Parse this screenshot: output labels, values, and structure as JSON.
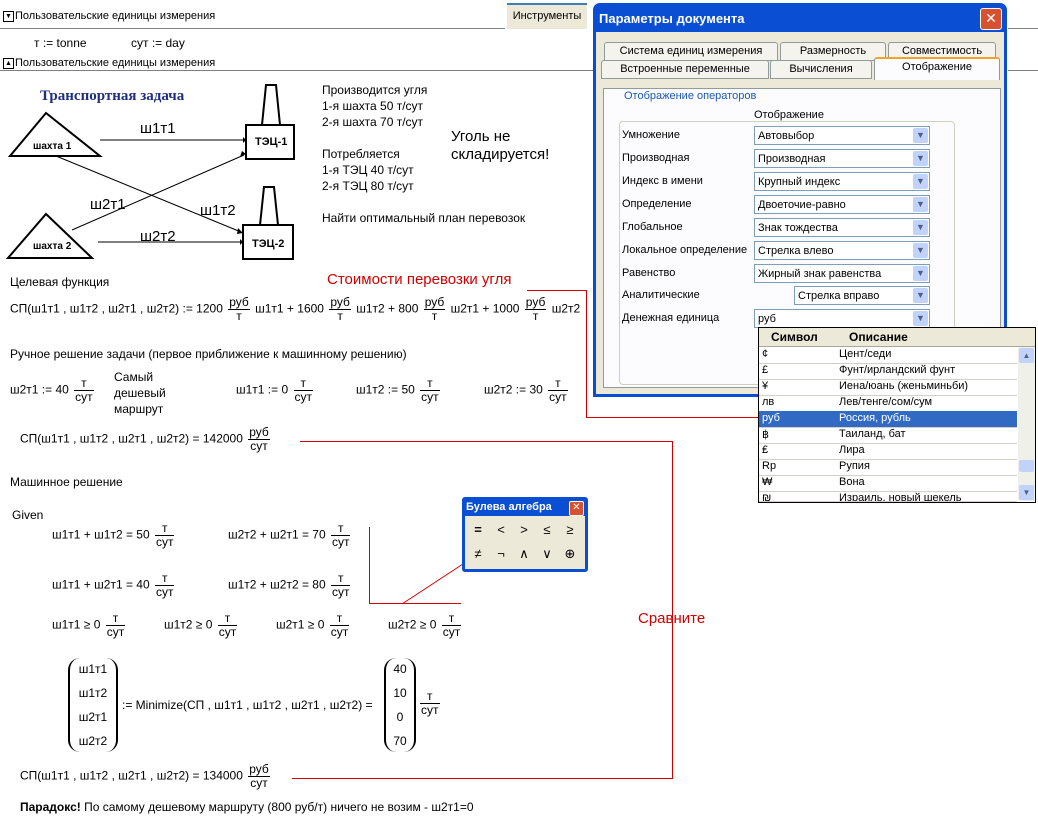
{
  "regions": {
    "top_label": "Пользовательские единицы измерения",
    "bottom_label": "Пользовательские единицы измерения"
  },
  "units_defs": {
    "tonne": "т := tonne",
    "day": "сут := day"
  },
  "toolbar": {
    "instruments": "Инструменты"
  },
  "diagram": {
    "title": "Транспортная задача",
    "mine1": "шахта 1",
    "mine2": "шахта 2",
    "plant1": "ТЭЦ-1",
    "plant2": "ТЭЦ-2",
    "edge11": "ш1т1",
    "edge21": "ш2т1",
    "edge12": "ш1т2",
    "edge22": "ш2т2"
  },
  "problem": {
    "l1": "Производится угля",
    "l2": "1-я шахта 50 т/сут",
    "l3": "2-я шахта 70 т/сут",
    "l4": "Потребляется",
    "l5": "1-я ТЭЦ 40 т/сут",
    "l6": "2-я ТЭЦ 80 т/сут",
    "l7": "Найти оптимальный план перевозок",
    "note1": "Уголь не",
    "note2": "складируется!"
  },
  "objective": {
    "heading": "Целевая функция",
    "cost_heading": "Стоимости перевозки угля",
    "lhs": "СП(ш1т1 , ш1т2 , ш2т1 , ш2т2) := 1200",
    "t2": "ш1т1 + 1600",
    "t3": "ш1т2 + 800",
    "t4": "ш2т1 + 1000",
    "t5": "ш2т2",
    "unit_num": "руб",
    "unit_den": "т"
  },
  "manual": {
    "heading": "Ручное решение задачи (первое приближение к машинному решению)",
    "a1": "ш2т1 := 40",
    "cheap1": "Самый",
    "cheap2": "дешевый",
    "cheap3": "маршрут",
    "a2": "ш1т1 := 0",
    "a3": "ш1т2 := 50",
    "a4": "ш2т2 := 30",
    "result": "СП(ш1т1 , ш1т2 , ш2т1 , ш2т2) = 142000",
    "u_num": "т",
    "u_den": "сут",
    "r_num": "руб",
    "r_den": "сут"
  },
  "machine": {
    "heading": "Машинное решение",
    "given": "Given",
    "c1": "ш1т1 + ш1т2 = 50",
    "c2": "ш2т2 + ш2т1 = 70",
    "c3": "ш1т1 + ш2т1 = 40",
    "c4": "ш1т2 + ш2т2 = 80",
    "g1": "ш1т1 ≥ 0",
    "g2": "ш1т2 ≥ 0",
    "g3": "ш2т1 ≥ 0",
    "g4": "ш2т2 ≥ 0",
    "vec": [
      "ш1т1",
      "ш1т2",
      "ш2т1",
      "ш2т2"
    ],
    "minimize": ":= Minimize(СП , ш1т1 , ш1т2 , ш2т1 , ш2т2) =",
    "res": [
      "40",
      "10",
      "0",
      "70"
    ],
    "result": "СП(ш1т1 , ш1т2 , ш2т1 , ш2т2) = 134000",
    "compare": "Сравните"
  },
  "paradox": {
    "bold": "Парадокс!",
    "rest": " По самому дешевому маршруту (800 руб/т) ничего не возим - ш2т1=0"
  },
  "dialog": {
    "title": "Параметры документа",
    "tabs_row1": [
      "Система единиц измерения",
      "Размерность",
      "Совместимость"
    ],
    "tabs_row2": [
      "Встроенные переменные",
      "Вычисления",
      "Отображение"
    ],
    "group": "Отображение операторов",
    "col_header": "Отображение",
    "rows": [
      {
        "label": "Умножение",
        "value": "Автовыбор"
      },
      {
        "label": "Производная",
        "value": "Производная"
      },
      {
        "label": "Индекс в имени",
        "value": "Крупный индекс"
      },
      {
        "label": "Определение",
        "value": "Двоеточие-равно"
      },
      {
        "label": "Глобальное",
        "value": "Знак тождества"
      },
      {
        "label": "Локальное определение",
        "value": "Стрелка влево"
      },
      {
        "label": "Равенство",
        "value": "Жирный знак равенства"
      },
      {
        "label": "Аналитические",
        "value": "Стрелка вправо"
      },
      {
        "label": "Денежная единица",
        "value": "руб"
      }
    ]
  },
  "currency_list": {
    "h1": "Символ",
    "h2": "Описание",
    "rows": [
      {
        "sym": "¢",
        "desc": "Цент/седи"
      },
      {
        "sym": "£",
        "desc": "Фунт/ирландский фунт"
      },
      {
        "sym": "¥",
        "desc": "Иена/юань (женьминьби)"
      },
      {
        "sym": "лв",
        "desc": "Лев/тенге/сом/сум"
      },
      {
        "sym": "руб",
        "desc": "Россия, рубль",
        "selected": true
      },
      {
        "sym": "฿",
        "desc": "Таиланд, бат"
      },
      {
        "sym": "₤",
        "desc": "Лира"
      },
      {
        "sym": "Rp",
        "desc": "Рупия"
      },
      {
        "sym": "₩",
        "desc": "Вона"
      },
      {
        "sym": "₪",
        "desc": "Израиль, новый шекель"
      }
    ]
  },
  "bool_toolbar": {
    "title": "Булева алгебра",
    "row1": [
      "=",
      "<",
      ">",
      "≤",
      "≥"
    ],
    "row2": [
      "≠",
      "¬",
      "∧",
      "∨",
      "⊕"
    ]
  },
  "colors": {
    "accent_red": "#d00000",
    "title_blue": "#0a4fd3",
    "diagram_title": "#1f2f7f"
  }
}
